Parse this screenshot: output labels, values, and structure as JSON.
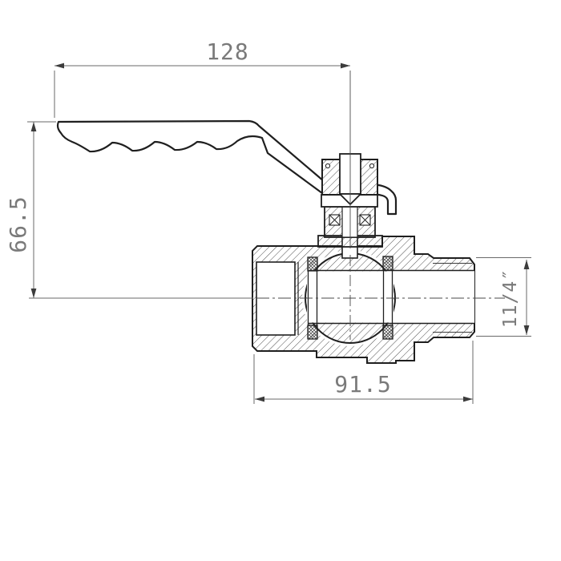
{
  "drawing": {
    "type": "technical-cross-section",
    "subject": "ball valve with lever handle",
    "colors": {
      "background": "#ffffff",
      "outline": "#1f1f1f",
      "hatch": "#3c3c3c",
      "dimension_line": "#6a6a6a",
      "dimension_text": "#7a7a7a"
    },
    "dimensions": {
      "handle_length": "128",
      "overall_height": "66.5",
      "body_length": "91.5",
      "thread_size": "11/4″"
    }
  }
}
